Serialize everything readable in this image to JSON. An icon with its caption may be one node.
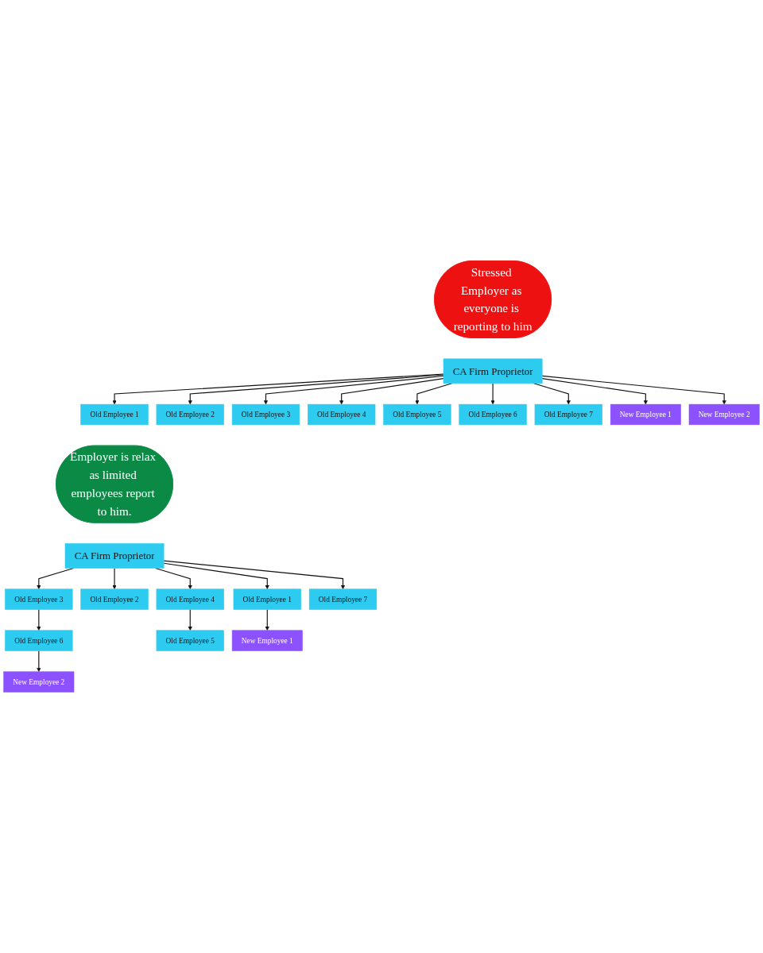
{
  "diagram": {
    "nodes": [
      {
        "text": [
          "Stressed Employer as everyone is reporting to him"
        ]
      },
      {
        "text": [
          "CA Firm Proprietor"
        ]
      },
      {
        "text": [
          "Old Employee 1"
        ]
      },
      {
        "text": [
          "Old Employee 2"
        ]
      },
      {
        "text": [
          "Old Employee 3"
        ]
      },
      {
        "text": [
          "Old Employee 4"
        ]
      },
      {
        "text": [
          "Old Employee 5"
        ]
      },
      {
        "text": [
          "Old Employee 6"
        ]
      },
      {
        "text": [
          "Old Employee 7"
        ]
      },
      {
        "text": [
          "New Employee 1"
        ]
      },
      {
        "text": [
          "New Employee 2"
        ]
      },
      {
        "text": [
          "Employer is relax as limited employees report to him."
        ]
      },
      {
        "text": [
          "CA Firm Proprietor"
        ]
      },
      {
        "text": [
          "Old Employee 1"
        ]
      },
      {
        "text": [
          "Old Employee 2"
        ]
      },
      {
        "text": [
          "Old Employee 3"
        ]
      },
      {
        "text": [
          "Old Employee 4"
        ]
      },
      {
        "text": [
          "Old Employee 7"
        ]
      },
      {
        "text": [
          "Old Employee 6"
        ]
      },
      {
        "text": [
          "Old Employee 5"
        ]
      },
      {
        "text": [
          "New Employee 1"
        ]
      },
      {
        "text": [
          "New Employee 2"
        ]
      }
    ],
    "edges": [
      {
        "from": 1,
        "to": 2,
        "arrow": "to"
      },
      {
        "from": 1,
        "to": 3,
        "arrow": "to"
      },
      {
        "from": 1,
        "to": 4,
        "arrow": "to"
      },
      {
        "from": 1,
        "to": 9,
        "arrow": "to"
      },
      {
        "from": 1,
        "to": 5,
        "arrow": "to"
      },
      {
        "from": 1,
        "to": 6,
        "arrow": "to"
      },
      {
        "from": 1,
        "to": 10,
        "arrow": "to"
      },
      {
        "from": 1,
        "to": 7,
        "arrow": "to"
      },
      {
        "from": 1,
        "to": 8,
        "arrow": "to"
      },
      {
        "from": 12,
        "to": 13,
        "arrow": "to"
      },
      {
        "from": 12,
        "to": 14,
        "arrow": "to"
      },
      {
        "from": 12,
        "to": 15,
        "arrow": "to"
      },
      {
        "from": 12,
        "to": 16,
        "arrow": "to"
      },
      {
        "from": 12,
        "to": 17,
        "arrow": "to"
      },
      {
        "from": 13,
        "to": 20,
        "arrow": "to"
      },
      {
        "from": 15,
        "to": 18,
        "arrow": "to"
      },
      {
        "from": 18,
        "to": 21,
        "arrow": "to"
      },
      {
        "from": 16,
        "to": 19,
        "arrow": "to"
      }
    ]
  }
}
